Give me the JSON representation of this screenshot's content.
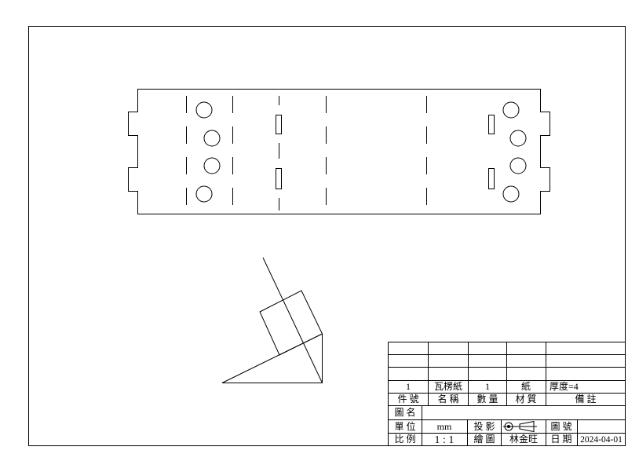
{
  "title_block": {
    "parts_list": {
      "rows": [
        {
          "part_no": "1",
          "name": "瓦楞紙",
          "quantity": "1",
          "material": "紙",
          "remarks": "厚度=4"
        }
      ],
      "headers": {
        "part_no": "件 號",
        "name": "名 稱",
        "quantity": "數 量",
        "material": "材 質",
        "remarks": "備 註"
      }
    },
    "drawing_name_label": "圖 名",
    "unit_label": "單 位",
    "unit": "mm",
    "projection_label": "投 影",
    "projection_symbol_icon": "projection-symbol-icon",
    "drawing_no_label": "圖 號",
    "scale_label": "比 例",
    "scale": "1 : 1",
    "drawn_by_label": "繪 圖",
    "drawn_by": "林金旺",
    "date_label": "日 期",
    "date": "2024-04-01"
  },
  "colors": {
    "line": "#000000",
    "paper": "#ffffff"
  }
}
